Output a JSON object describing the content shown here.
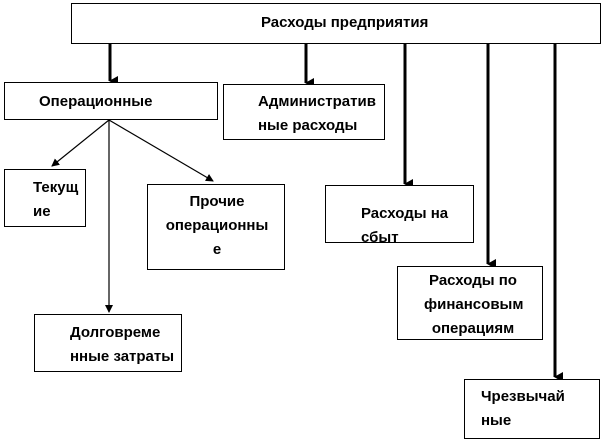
{
  "colors": {
    "line": "#000000",
    "box_border": "#000000",
    "background": "#ffffff",
    "text": "#000000"
  },
  "nodes": {
    "root": "Расходы предприятия",
    "operational": "Операционные",
    "administrative": "Административ\nные расходы",
    "sales": "Расходы на\nсбыт",
    "current": "Текущ\nие",
    "other_operational": "Прочие\nоперационны\nе",
    "long_term": "Долговреме\nнные затраты",
    "financial": "Расходы по\nфинансовым\nоперациям",
    "emergency": "Чрезвычай\nные"
  }
}
